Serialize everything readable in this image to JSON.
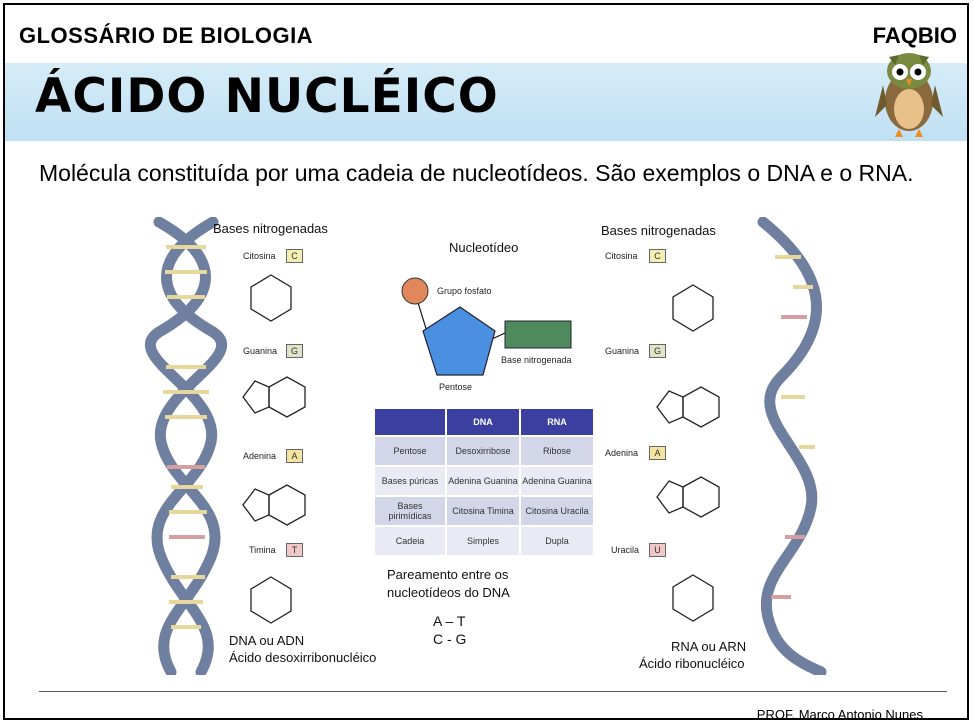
{
  "header": {
    "glossary": "GLOSSÁRIO DE BIOLOGIA",
    "brand": "FAQBIO"
  },
  "title": "ÁCIDO NUCLÉICO",
  "description": "Molécula constituída por uma cadeia de nucleotídeos. São exemplos o DNA e o RNA.",
  "figure": {
    "left_heading": "Bases nitrogenadas",
    "right_heading": "Bases nitrogenadas",
    "nucleotide_title": "Nucleotídeo",
    "phosphate_label": "Grupo fosfato",
    "base_label": "Base nitrogenada",
    "pentose_label": "Pentose",
    "dna_bases": [
      {
        "name": "Citosina",
        "letter": "C"
      },
      {
        "name": "Guanina",
        "letter": "G"
      },
      {
        "name": "Adenina",
        "letter": "A"
      },
      {
        "name": "Timina",
        "letter": "T"
      }
    ],
    "rna_bases": [
      {
        "name": "Citosina",
        "letter": "C"
      },
      {
        "name": "Guanina",
        "letter": "G"
      },
      {
        "name": "Adenina",
        "letter": "A"
      },
      {
        "name": "Uracila",
        "letter": "U"
      }
    ],
    "table": {
      "headers": [
        "",
        "DNA",
        "RNA"
      ],
      "rows": [
        {
          "label": "Pentose",
          "dna": "Desoxirribose",
          "rna": "Ribose"
        },
        {
          "label": "Bases púricas",
          "dna": "Adenina Guanina",
          "rna": "Adenina Guanina"
        },
        {
          "label": "Bases pirimídicas",
          "dna": "Citosina Timina",
          "rna": "Citosina Uracila"
        },
        {
          "label": "Cadeia",
          "dna": "Simples",
          "rna": "Dupla"
        }
      ]
    },
    "pairing_title_1": "Pareamento entre os",
    "pairing_title_2": "nucleotídeos do DNA",
    "pair_1": "A – T",
    "pair_2": "C - G",
    "dna_name": "DNA ou ADN",
    "dna_full": "Ácido desoxirribonucléico",
    "rna_name": "RNA ou ARN",
    "rna_full": "Ácido ribonucléico"
  },
  "footer": {
    "author": "PROF.  Marco Antonio Nunes"
  },
  "colors": {
    "band": "#c9e6f6",
    "helix": "#6f7fa0",
    "phosphate": "#e0875c",
    "pentose": "#4a8fe0",
    "base_box": "#4f8a5c",
    "table_header": "#3a3fa0"
  }
}
